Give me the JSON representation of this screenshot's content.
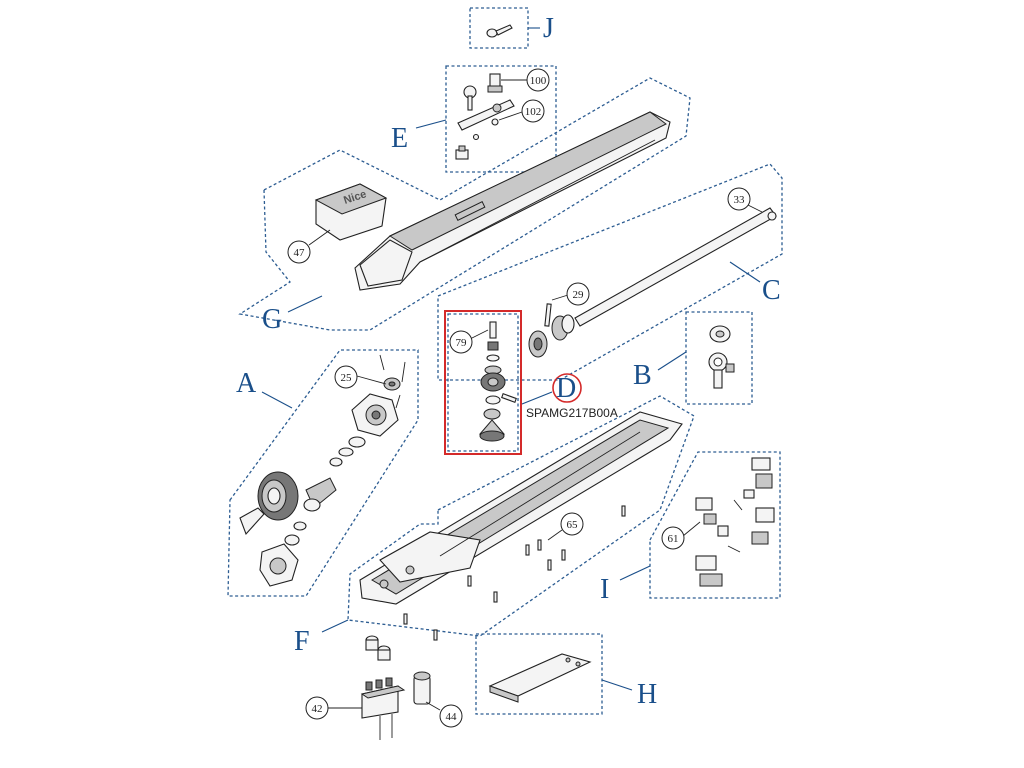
{
  "diagram": {
    "groups": {
      "A": "A",
      "B": "B",
      "C": "C",
      "D": "D",
      "E": "E",
      "F": "F",
      "G": "G",
      "H": "H",
      "I": "I",
      "J": "J"
    },
    "callouts": {
      "c100": "100",
      "c102": "102",
      "c47": "47",
      "c33": "33",
      "c29": "29",
      "c79": "79",
      "c25": "25",
      "c65": "65",
      "c61": "61",
      "c42": "42",
      "c44": "44"
    },
    "part_code_d": "SPAMG217B00A",
    "brand_mark": "Nice",
    "colors": {
      "dashed_outline": "#2d5d92",
      "group_letter": "#1a4f8a",
      "highlight_box": "#d42a2a",
      "highlight_circle": "#d42a2a"
    }
  }
}
